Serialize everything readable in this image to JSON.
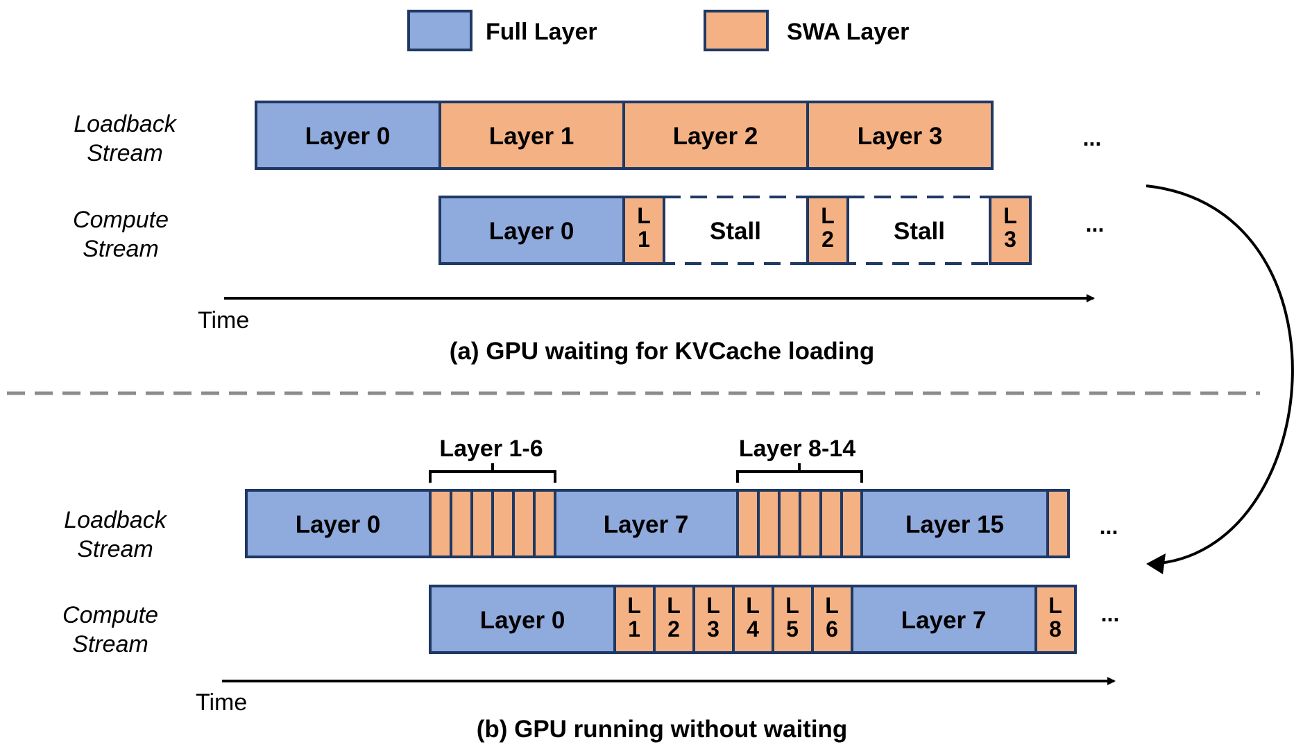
{
  "colors": {
    "full": "#8faadc",
    "swa": "#f4b183",
    "border": "#1f3864",
    "text": "#000000",
    "divider": "#8c8c8c"
  },
  "legend": {
    "full_label": "Full Layer",
    "swa_label": "SWA Layer"
  },
  "stream_labels": {
    "loadback_line1": "Loadback",
    "loadback_line2": "Stream",
    "compute_line1": "Compute",
    "compute_line2": "Stream"
  },
  "part_a": {
    "caption": "(a) GPU waiting for KVCache loading",
    "time_label": "Time",
    "ellipsis": "...",
    "loadback": [
      "Layer 0",
      "Layer 1",
      "Layer 2",
      "Layer 3"
    ],
    "compute": [
      "Layer 0",
      "L 1",
      "Stall",
      "L 2",
      "Stall",
      "L 3"
    ]
  },
  "part_b": {
    "caption": "(b) GPU running without waiting",
    "time_label": "Time",
    "ellipsis": "...",
    "brace_1": "Layer 1-6",
    "brace_2": "Layer 8-14",
    "loadback": [
      "Layer 0",
      "Layer 7",
      "Layer 15"
    ],
    "compute": [
      "Layer 0",
      "L 1",
      "L 2",
      "L 3",
      "L 4",
      "L 5",
      "L 6",
      "Layer 7",
      "L 8"
    ]
  }
}
